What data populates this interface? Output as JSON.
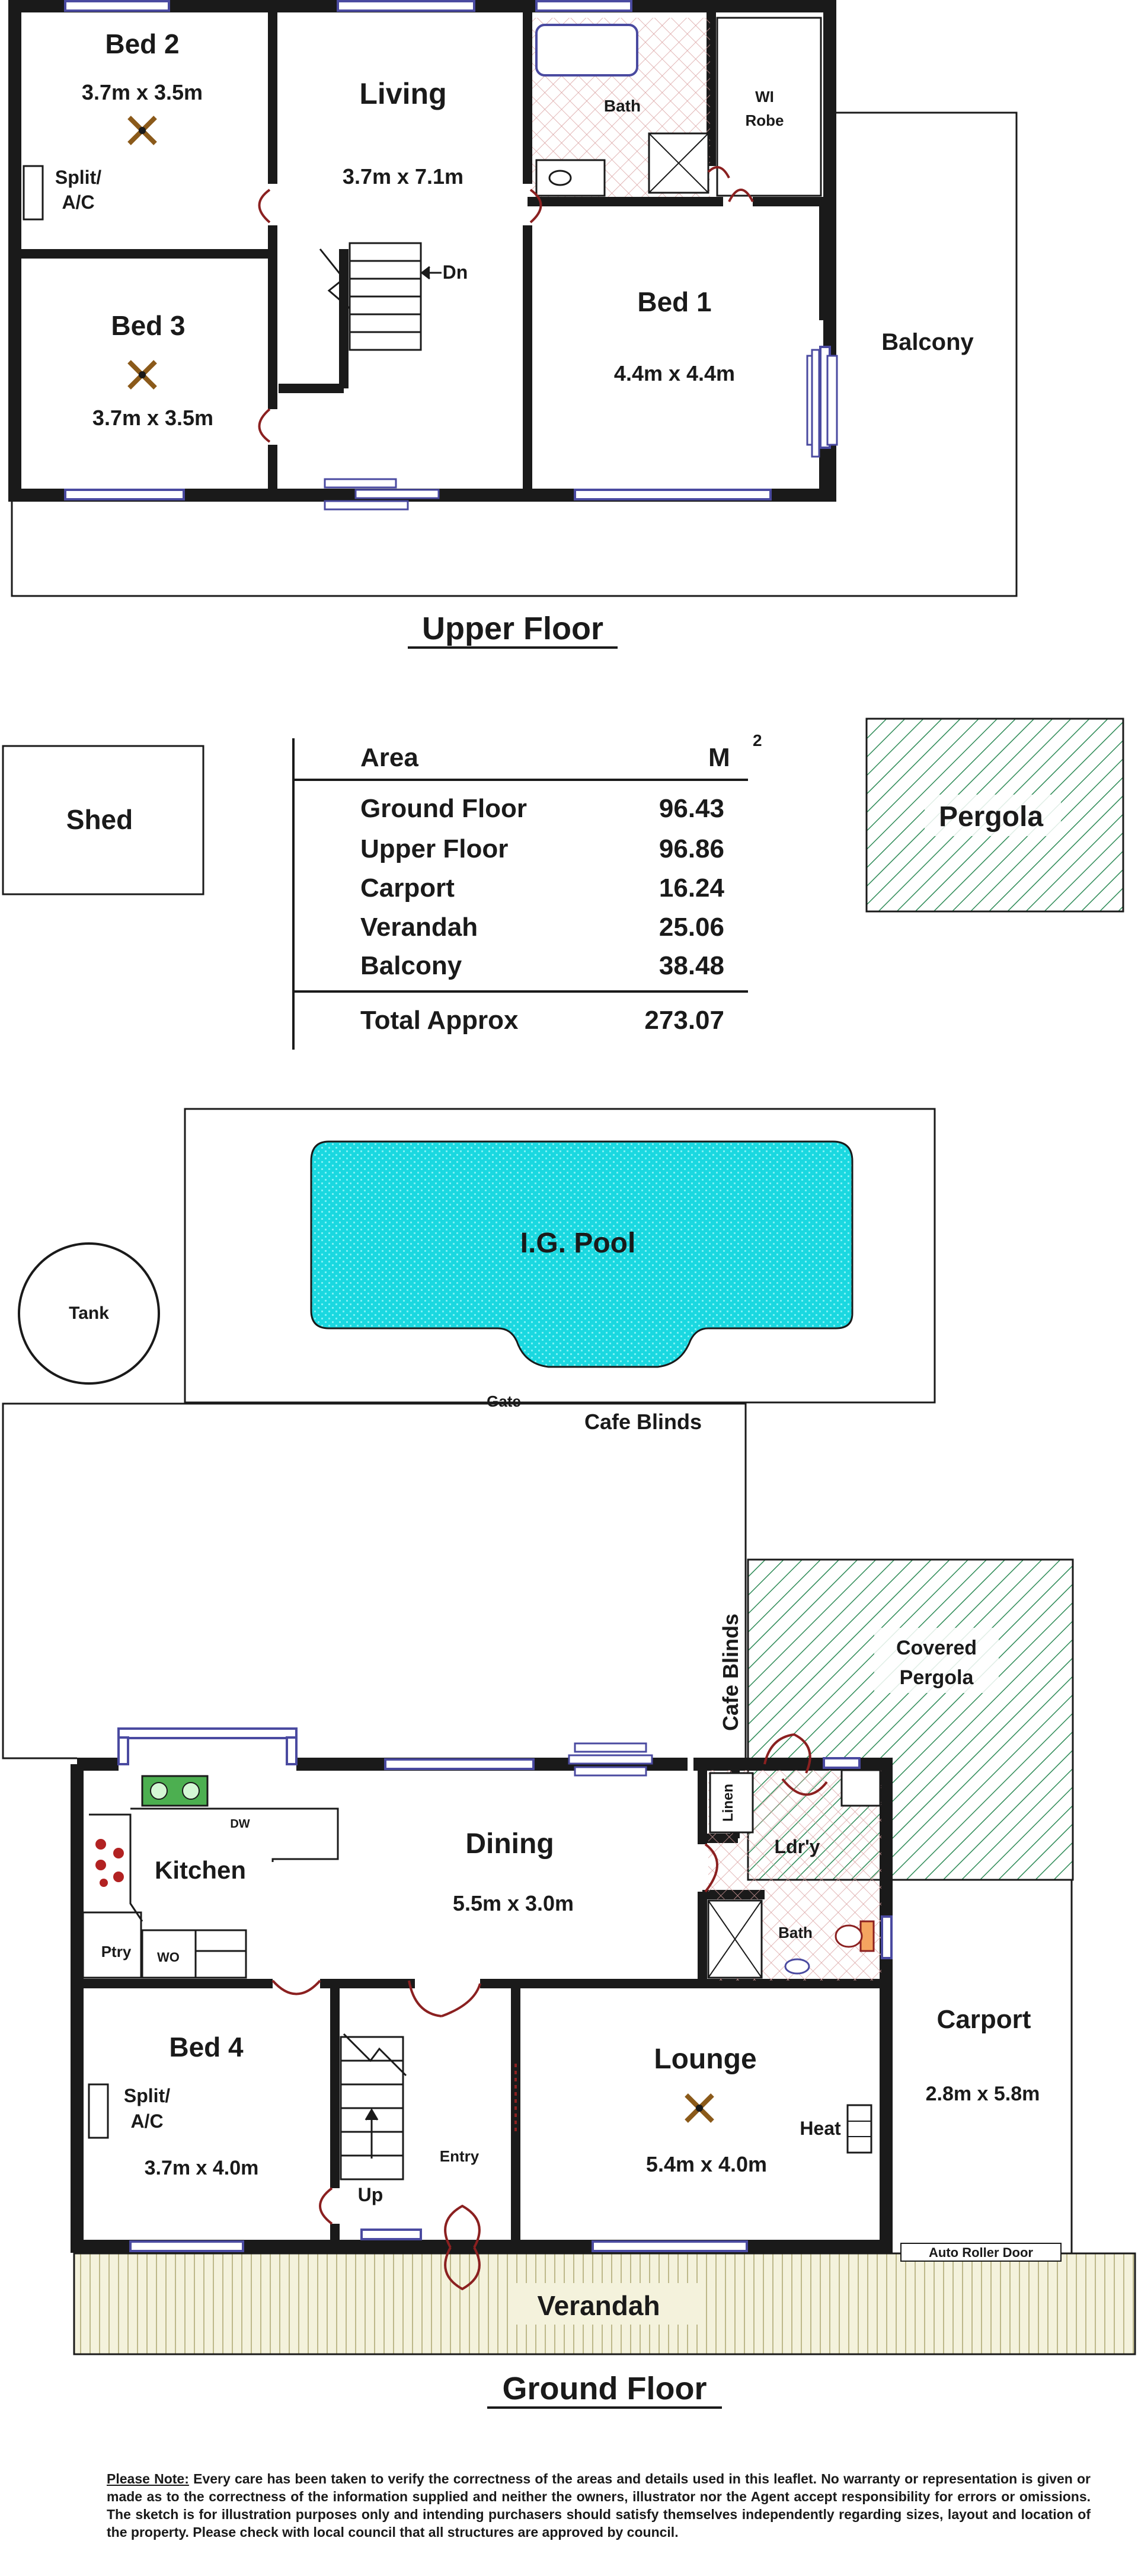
{
  "upper_floor": {
    "title": "Upper Floor",
    "rooms": {
      "bed2": {
        "name": "Bed 2",
        "size": "3.7m x 3.5m"
      },
      "bed3": {
        "name": "Bed 3",
        "size": "3.7m x 3.5m"
      },
      "living": {
        "name": "Living",
        "size": "3.7m x 7.1m"
      },
      "bath": {
        "name": "Bath"
      },
      "wi_robe": {
        "line1": "WI",
        "line2": "Robe"
      },
      "bed1": {
        "name": "Bed 1",
        "size": "4.4m x 4.4m"
      },
      "balcony": {
        "name": "Balcony"
      }
    },
    "stair_label": "Dn",
    "split_ac": {
      "line1": "Split/",
      "line2": "A/C"
    }
  },
  "outbuildings": {
    "shed": "Shed",
    "pergola": "Pergola",
    "tank": "Tank"
  },
  "area_table": {
    "header_label": "Area",
    "header_unit": "M",
    "header_unit_sup": "2",
    "rows": [
      {
        "label": "Ground Floor",
        "value": "96.43"
      },
      {
        "label": "Upper Floor",
        "value": "96.86"
      },
      {
        "label": "Carport",
        "value": "16.24"
      },
      {
        "label": "Verandah",
        "value": "25.06"
      },
      {
        "label": "Balcony",
        "value": "38.48"
      }
    ],
    "total": {
      "label": "Total Approx",
      "value": "273.07"
    }
  },
  "outdoor": {
    "pool": "I.G. Pool",
    "gate": "Gate",
    "cafe_blinds_1": "Cafe Blinds",
    "cafe_blinds_2": "Cafe Blinds",
    "covered_pergola": {
      "line1": "Covered",
      "line2": "Pergola"
    }
  },
  "ground_floor": {
    "title": "Ground Floor",
    "rooms": {
      "kitchen": {
        "name": "Kitchen"
      },
      "dw": "DW",
      "ptry": "Ptry",
      "wo": "WO",
      "dining": {
        "name": "Dining",
        "size": "5.5m x 3.0m"
      },
      "linen": "Linen",
      "laundry": "Ldr'y",
      "bath": "Bath",
      "bed4": {
        "name": "Bed 4",
        "size": "3.7m x 4.0m"
      },
      "entry": "Entry",
      "lounge": {
        "name": "Lounge",
        "size": "5.4m x 4.0m"
      },
      "heat": "Heat",
      "carport": {
        "name": "Carport",
        "size": "2.8m x 5.8m"
      },
      "auto_roller_door": "Auto Roller Door",
      "verandah": "Verandah"
    },
    "stair_label": "Up",
    "split_ac": {
      "line1": "Split/",
      "line2": "A/C"
    }
  },
  "disclaimer": {
    "heading": "Please Note:",
    "text": " Every care has been taken to verify the correctness of the areas and details used in this leaflet. No warranty or representation is given or made as to the correctness of the information supplied and neither the owners, illustrator nor the Agent accept responsibility for errors or omissions. The sketch is for illustration purposes only and intending purchasers should satisfy themselves independently regarding sizes, layout and location of the property. Please check with local council that all structures are approved by council."
  },
  "colors": {
    "wall": "#1a1a1a",
    "window": "#4a4aa0",
    "door": "#8b2020",
    "pool": "#1ad8e0",
    "pergola_hatch": "#2e8b57",
    "verandah": "#f4f2dc",
    "wet_area_grid": "#d9a0a0"
  }
}
